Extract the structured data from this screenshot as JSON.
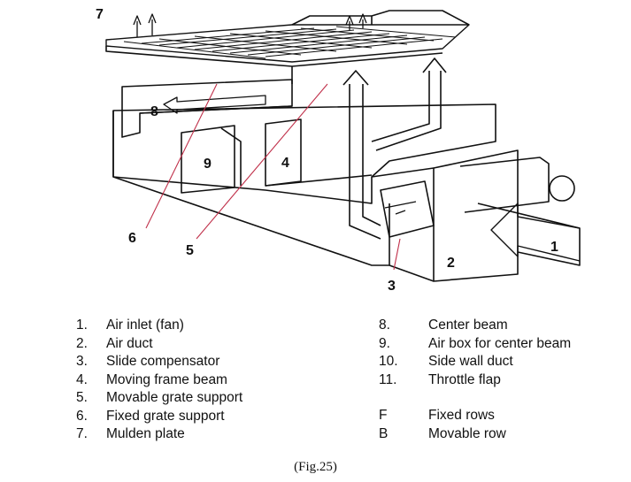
{
  "callouts": {
    "c1": "1",
    "c2": "2",
    "c3": "3",
    "c4": "4",
    "c5": "5",
    "c6": "6",
    "c7": "7",
    "c8": "8",
    "c9": "9"
  },
  "legend_left": [
    {
      "num": "1.",
      "text": "Air inlet (fan)"
    },
    {
      "num": "2.",
      "text": "Air duct"
    },
    {
      "num": "3.",
      "text": "Slide compensator"
    },
    {
      "num": "4.",
      "text": "Moving frame beam"
    },
    {
      "num": "5.",
      "text": "Movable grate support"
    },
    {
      "num": "6.",
      "text": "Fixed grate support"
    },
    {
      "num": "7.",
      "text": "Mulden plate"
    }
  ],
  "legend_right": [
    {
      "num": "8.",
      "text": "Center beam"
    },
    {
      "num": "9.",
      "text": "Air box for center beam"
    },
    {
      "num": "10.",
      "text": "Side wall duct"
    },
    {
      "num": "11.",
      "text": "Throttle flap"
    }
  ],
  "legend_right_abbr": [
    {
      "num": "F",
      "text": "Fixed rows"
    },
    {
      "num": "B",
      "text": "Movable row"
    }
  ],
  "caption": "(Fig.25)"
}
